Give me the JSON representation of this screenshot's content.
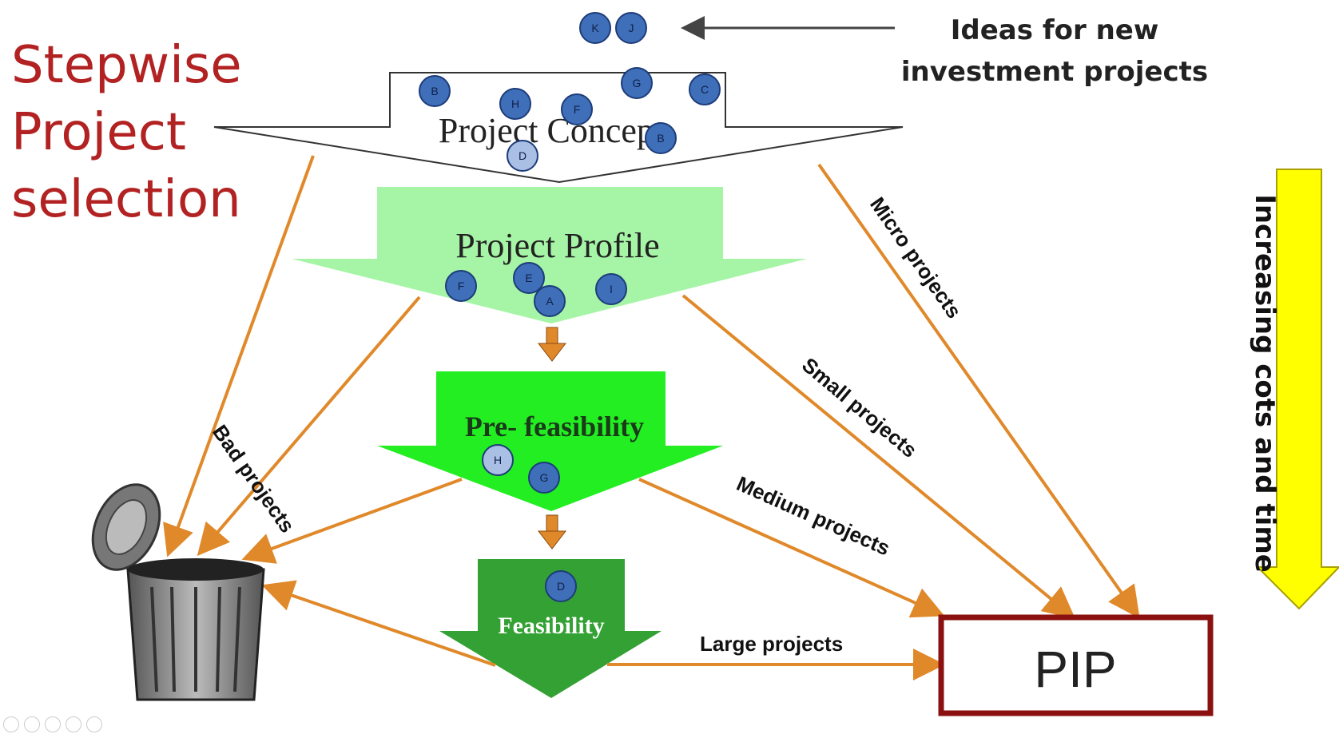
{
  "title": {
    "line1": "Stepwise",
    "line2": "Project",
    "line3": "selection"
  },
  "ideas": {
    "line1": "Ideas for new",
    "line2": "investment projects"
  },
  "side_label": "Increasing cots and time",
  "stages": {
    "concept": "Project Concept",
    "profile": "Project Profile",
    "prefeasibility": "Pre- feasibility",
    "feasibility": "Feasibility"
  },
  "pip": "PIP",
  "flows": {
    "bad": "Bad projects",
    "micro": "Micro projects",
    "small": "Small projects",
    "medium": "Medium projects",
    "large": "Large projects"
  },
  "project_ids": {
    "incoming": [
      "K",
      "J"
    ],
    "concept": [
      "B",
      "H",
      "F",
      "G",
      "C",
      "D",
      "B"
    ],
    "profile": [
      "F",
      "E",
      "A",
      "I"
    ],
    "prefeasibility": [
      "H",
      "G"
    ],
    "feasibility": [
      "D"
    ]
  },
  "colors": {
    "title": "#b22222",
    "flow_arrow": "#e0892a",
    "bubble": "#3f6fb8",
    "bubble_light": "#a9bfe3",
    "concept_fill": "#ffffff",
    "profile_fill": "#a6f5a6",
    "prefeasibility_fill": "#22ee22",
    "feasibility_fill": "#33a133",
    "side_arrow": "#ffff00",
    "pip_border": "#8b1010"
  },
  "icons": {
    "trash": "trash-can-icon"
  }
}
